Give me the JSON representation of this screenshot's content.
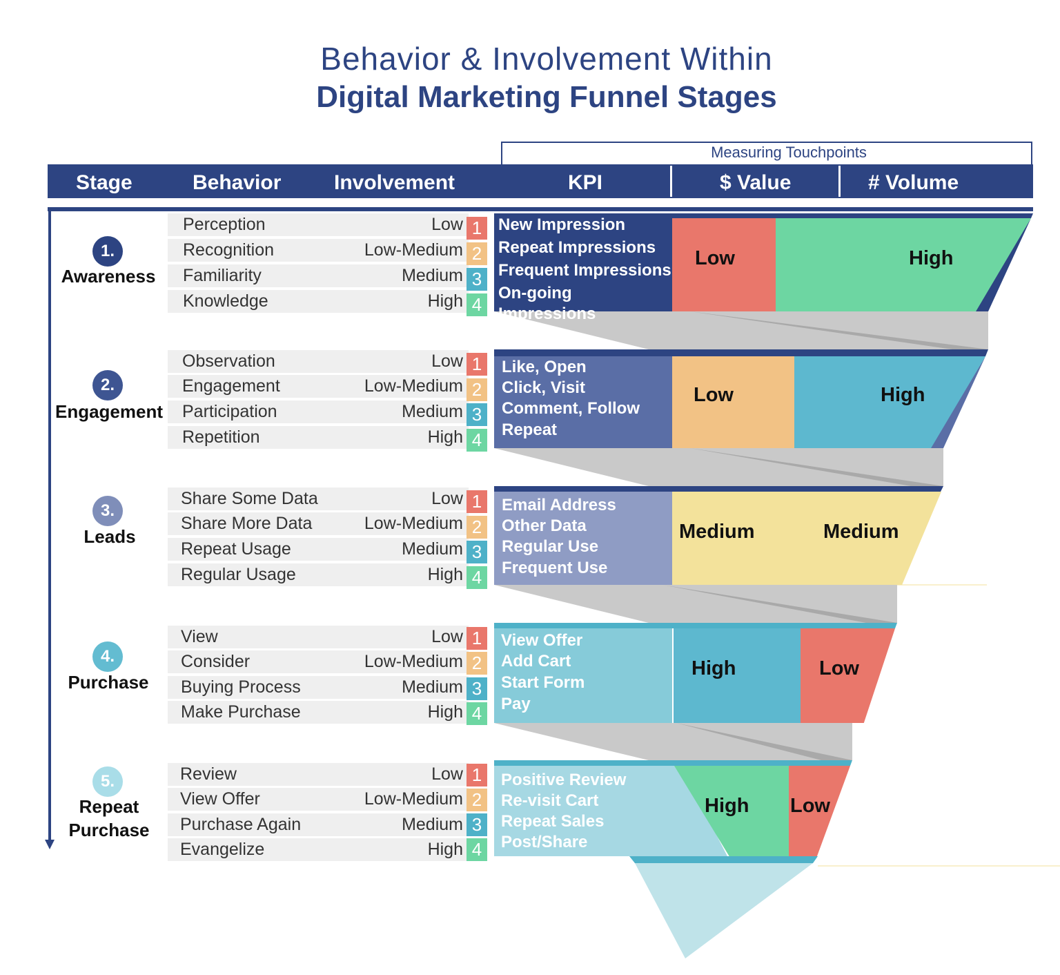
{
  "title": {
    "line1": "Behavior & Involvement Within",
    "line2": "Digital Marketing Funnel  Stages"
  },
  "measuring_touchpoints": "Measuring Touchpoints",
  "headers": {
    "stage": "Stage",
    "behavior": "Behavior",
    "involvement": "Involvement",
    "kpi": "KPI",
    "value": "$ Value",
    "volume": "# Volume"
  },
  "colors": {
    "navy": "#2d4482",
    "red": "#e9776b",
    "orange": "#f2c285",
    "blue": "#4eb1c8",
    "green": "#6dd6a2",
    "yellow": "#f3e29b"
  },
  "stages": [
    {
      "num": "1.",
      "name": "Awareness",
      "behaviors": [
        "Perception",
        "Recognition",
        "Familiarity",
        "Knowledge"
      ],
      "involvement": [
        "Low",
        "Low-Medium",
        "Medium",
        "High"
      ],
      "levels": [
        "1",
        "2",
        "3",
        "4"
      ],
      "kpis": [
        "New Impression",
        "Repeat Impressions",
        "Frequent Impressions",
        "On-going Impressions"
      ],
      "value": "Low",
      "volume": "High"
    },
    {
      "num": "2.",
      "name": "Engagement",
      "behaviors": [
        "Observation",
        "Engagement",
        "Participation",
        "Repetition"
      ],
      "involvement": [
        "Low",
        "Low-Medium",
        "Medium",
        "High"
      ],
      "levels": [
        "1",
        "2",
        "3",
        "4"
      ],
      "kpis": [
        "Like, Open",
        "Click, Visit",
        "Comment, Follow",
        "Repeat"
      ],
      "value": "Low",
      "volume": "High"
    },
    {
      "num": "3.",
      "name": "Leads",
      "behaviors": [
        "Share Some Data",
        "Share More Data",
        "Repeat Usage",
        "Regular Usage"
      ],
      "involvement": [
        "Low",
        "Low-Medium",
        "Medium",
        "High"
      ],
      "levels": [
        "1",
        "2",
        "3",
        "4"
      ],
      "kpis": [
        "Email Address",
        "Other Data",
        "Regular Use",
        "Frequent Use"
      ],
      "value": "Medium",
      "volume": "Medium"
    },
    {
      "num": "4.",
      "name": "Purchase",
      "behaviors": [
        "View",
        "Consider",
        "Buying Process",
        "Make Purchase"
      ],
      "involvement": [
        "Low",
        "Low-Medium",
        "Medium",
        "High"
      ],
      "levels": [
        "1",
        "2",
        "3",
        "4"
      ],
      "kpis": [
        "View Offer",
        "Add Cart",
        "Start Form",
        "Pay"
      ],
      "value": "High",
      "volume": "Low"
    },
    {
      "num": "5.",
      "name_line1": "Repeat",
      "name_line2": "Purchase",
      "behaviors": [
        "Review",
        "View Offer",
        "Purchase Again",
        "Evangelize"
      ],
      "involvement": [
        "Low",
        "Low-Medium",
        "Medium",
        "High"
      ],
      "levels": [
        "1",
        "2",
        "3",
        "4"
      ],
      "kpis": [
        "Positive Review",
        "Re-visit Cart",
        "Repeat Sales",
        "Post/Share"
      ],
      "value": "High",
      "volume": "Low"
    }
  ]
}
